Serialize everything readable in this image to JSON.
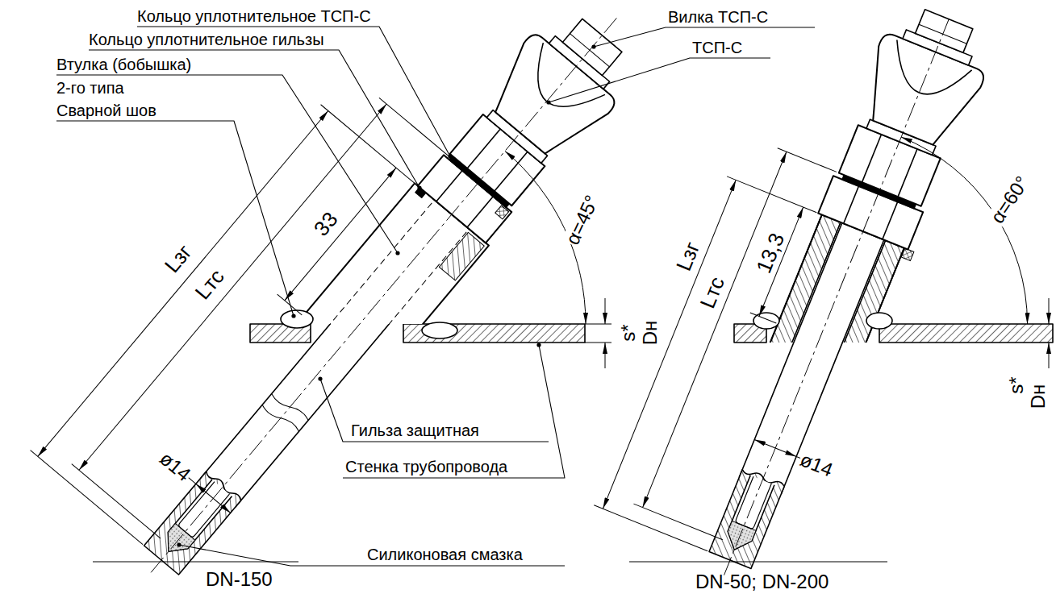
{
  "diagram": {
    "labels": [
      "Кольцо уплотнительное ТСП-С",
      "Кольцо уплотнительное гильзы",
      "Втулка (бобышка)",
      "2-го типа",
      "Сварной шов",
      "Вилка ТСП-С",
      "ТСП-С",
      "Lзг",
      "Lтс",
      "33",
      "α=45°",
      "Dн",
      "s*",
      "ø14",
      "Гильза защитная",
      "Стенка трубопровода",
      "Силиконовая смазка",
      "DN-150",
      "Lзг",
      "Lтс",
      "13,3",
      "α=60°",
      "s*",
      "Dн",
      "ø14",
      "DN-50; DN-200"
    ]
  }
}
